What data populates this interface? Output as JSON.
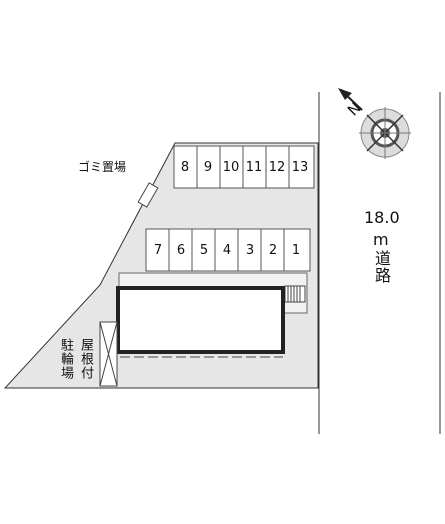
{
  "labels": {
    "garbage": "ゴミ置場",
    "covered": "屋根付",
    "bike_parking": "駐輪場",
    "road_width": "18.0",
    "road_unit": "m",
    "road_name": "道路"
  },
  "parking_top": [
    "8",
    "9",
    "10",
    "11",
    "12",
    "13"
  ],
  "parking_bottom": [
    "7",
    "6",
    "5",
    "4",
    "3",
    "2",
    "1"
  ],
  "compass": {
    "north_label": "N"
  },
  "colors": {
    "line": "#333333",
    "lot": "#e6e6e6",
    "building": "#222222"
  }
}
